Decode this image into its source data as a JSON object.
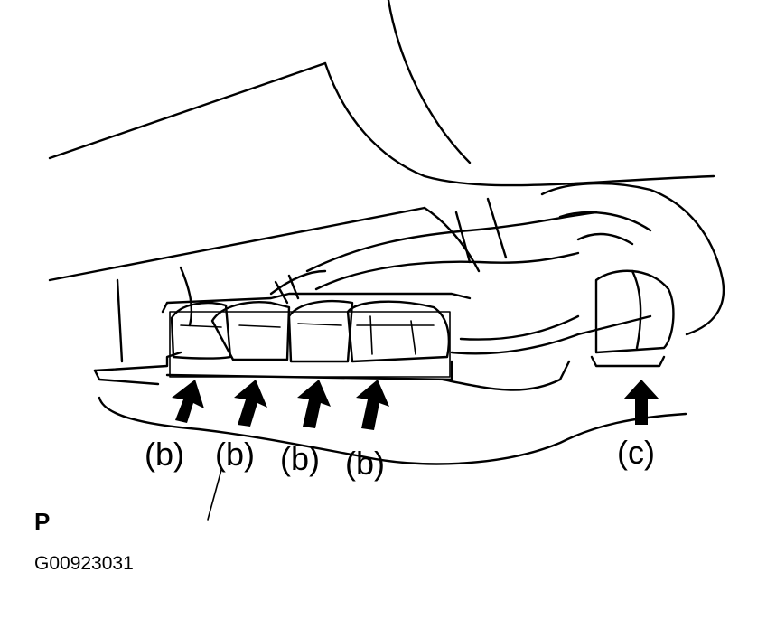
{
  "labels": {
    "clip_b_1": "(b)",
    "clip_b_2": "(b)",
    "clip_b_3": "(b)",
    "clip_b_4": "(b)",
    "clip_c": "(c)"
  },
  "view_code": "P",
  "figure_id": "G00923031",
  "colors": {
    "line": "#000000",
    "background": "#ffffff"
  }
}
